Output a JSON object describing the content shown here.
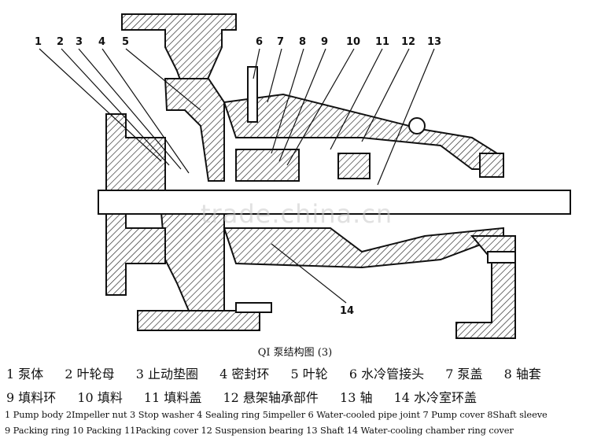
{
  "callouts": [
    "1",
    "2",
    "3",
    "4",
    "5",
    "6",
    "7",
    "8",
    "9",
    "10",
    "11",
    "12",
    "13",
    "14"
  ],
  "caption": "QI 泵结构图 (3)",
  "legend_cn_row1": [
    "1 泵体",
    "2 叶轮母",
    "3 止动垫圈",
    "4 密封环",
    "5 叶轮",
    "6 水冷管接头",
    "7 泵盖",
    "8 轴套"
  ],
  "legend_cn_row2": [
    "9 填料环",
    "10 填料",
    "11 填料盖",
    "12 悬架轴承部件",
    "13 轴",
    "14 水冷室环盖"
  ],
  "legend_en_row1": "1 Pump body 2Impeller nut 3 Stop washer 4 Sealing ring 5impeller 6 Water-cooled pipe joint 7 Pump cover 8Shaft sleeve",
  "legend_en_row2": "9 Packing ring 10 Packing 11Packing cover 12 Suspension bearing 13 Shaft 14 Water-cooling chamber ring cover",
  "watermark": "trade.china.cn"
}
